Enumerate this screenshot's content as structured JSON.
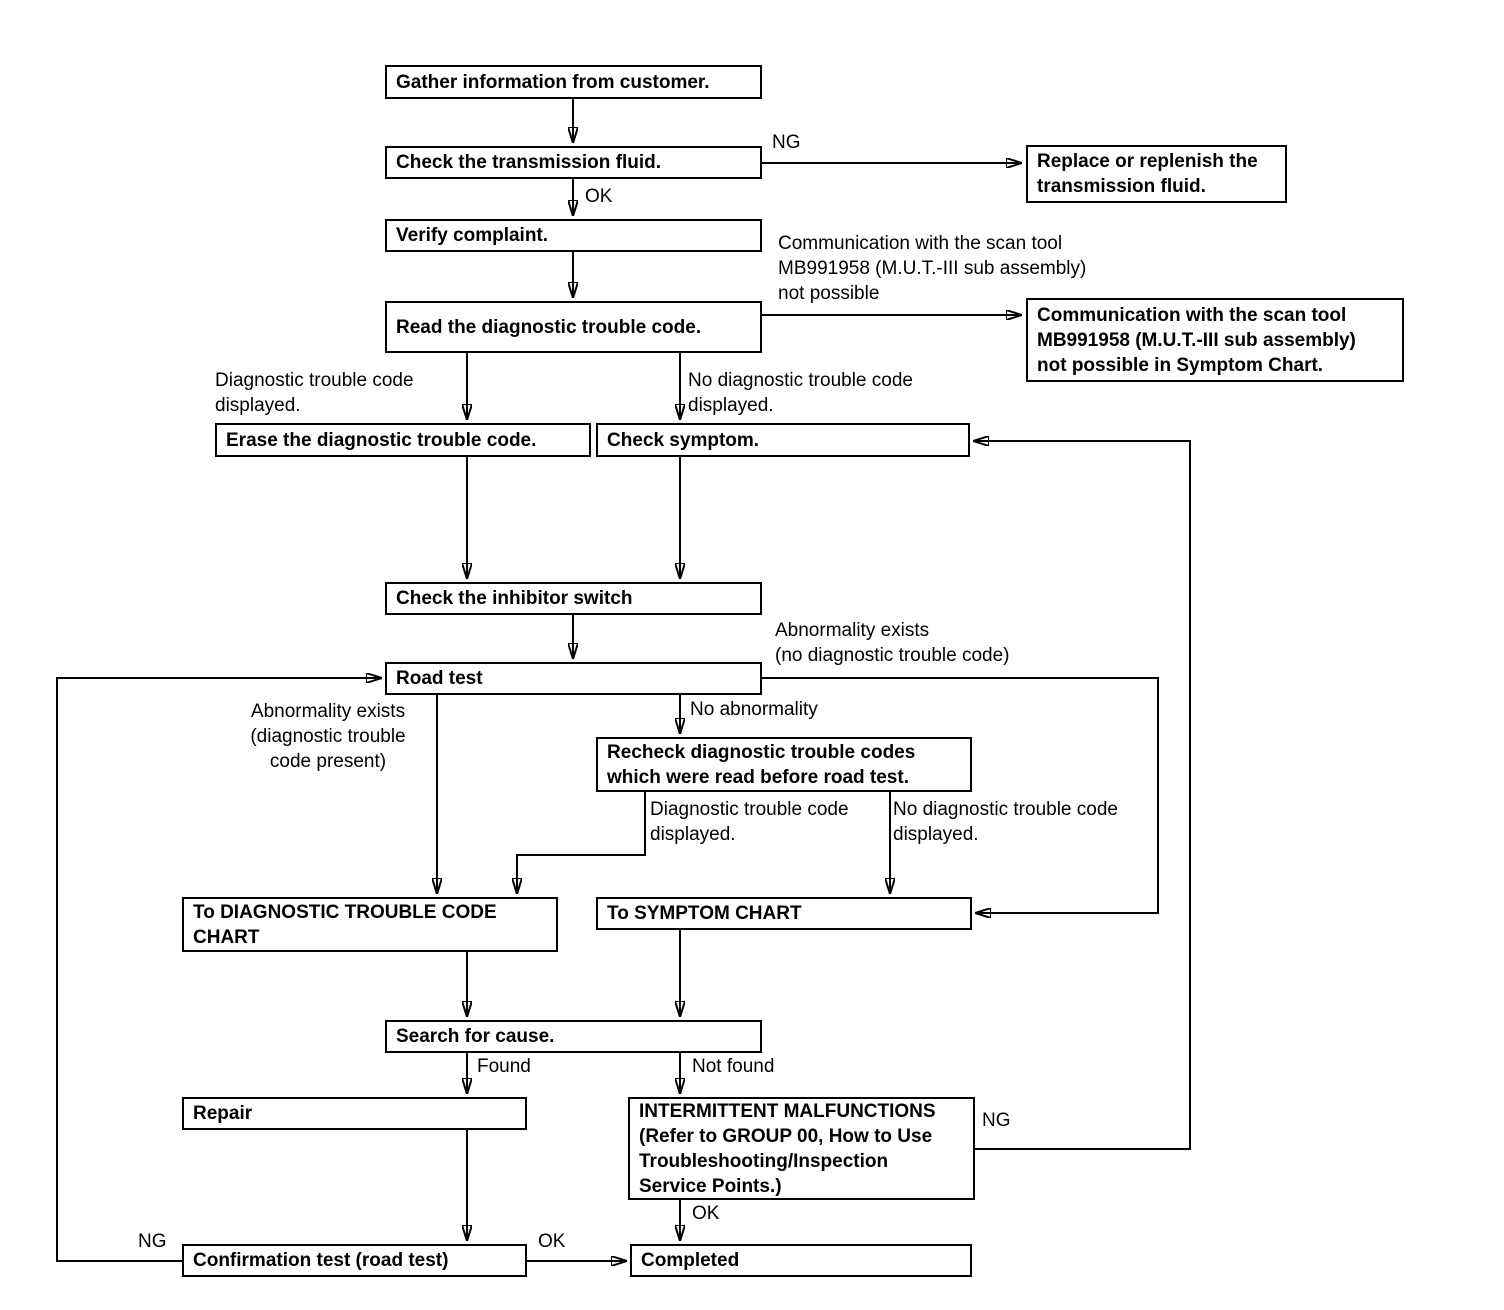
{
  "colors": {
    "line": "#000000",
    "background": "#ffffff",
    "text": "#000000"
  },
  "nodes": {
    "gather": {
      "label": "Gather information from customer."
    },
    "check_fluid": {
      "label": "Check the transmission fluid."
    },
    "replace_fluid": {
      "label": "Replace or replenish the\ntransmission fluid."
    },
    "verify": {
      "label": "Verify complaint."
    },
    "read_dtc": {
      "label": "Read the diagnostic trouble code."
    },
    "comm_symptom": {
      "label": "Communication with the scan tool\nMB991958 (M.U.T.-III sub assembly)\nnot possible in Symptom Chart."
    },
    "erase_dtc": {
      "label": "Erase the diagnostic trouble code."
    },
    "check_symptom": {
      "label": "Check symptom."
    },
    "inhibitor": {
      "label": "Check the inhibitor switch"
    },
    "road_test": {
      "label": "Road test"
    },
    "recheck": {
      "label": "Recheck diagnostic trouble codes\nwhich were read before road test."
    },
    "dtc_chart": {
      "label": "To DIAGNOSTIC TROUBLE CODE\nCHART"
    },
    "symptom_chart": {
      "label": "To SYMPTOM CHART"
    },
    "search_cause": {
      "label": "Search for cause."
    },
    "repair": {
      "label": "Repair"
    },
    "intermittent": {
      "label": "INTERMITTENT MALFUNCTIONS\n(Refer to GROUP 00, How to Use\nTroubleshooting/Inspection\nService Points.)"
    },
    "confirmation": {
      "label": "Confirmation test (road test)"
    },
    "completed": {
      "label": "Completed"
    }
  },
  "edge_labels": {
    "ng_fluid": "NG",
    "ok_fluid": "OK",
    "comm_not_possible": "Communication with the scan tool\nMB991958 (M.U.T.-III sub assembly)\nnot possible",
    "dtc_displayed": "Diagnostic trouble code\ndisplayed.",
    "no_dtc_displayed": "No diagnostic trouble code\ndisplayed.",
    "abnormality_no_dtc": "Abnormality exists\n(no diagnostic trouble code)",
    "no_abnormality": "No abnormality",
    "abnormality_dtc_present": "Abnormality exists\n(diagnostic trouble\ncode present)",
    "dtc_displayed_after_road_test": "Diagnostic trouble code\ndisplayed.",
    "no_dtc_displayed_after_road_test": "No diagnostic trouble code\ndisplayed.",
    "found": "Found",
    "not_found": "Not found",
    "ng_intermittent": "NG",
    "ok_intermittent": "OK",
    "ok_confirmation": "OK",
    "ng_confirmation": "NG"
  }
}
